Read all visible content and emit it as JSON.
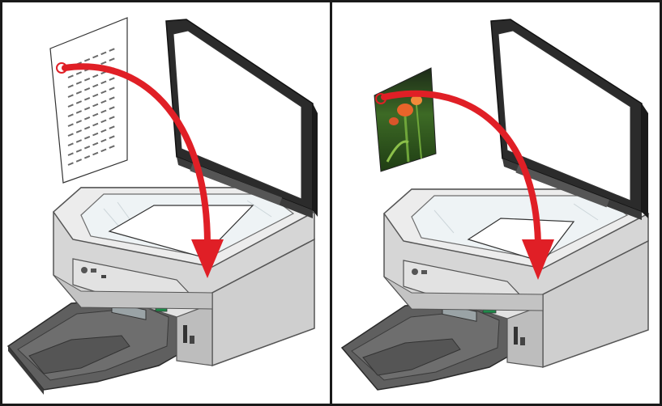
{
  "panels": [
    {
      "id": "left",
      "original_type": "document",
      "description_icon": "text-document-icon"
    },
    {
      "id": "right",
      "original_type": "photo",
      "description_icon": "photo-icon"
    }
  ],
  "colors": {
    "border": "#1a1a1a",
    "arrow": "#e01f26",
    "printer_light": "#f0f0f0",
    "printer_mid": "#d4d4d4",
    "printer_dark": "#8a8a8a",
    "tray": "#6b6b6b",
    "lid_frame": "#2a2a2a",
    "lid_glass": "#ffffff",
    "scan_glass": "#e9eef0",
    "go_button": "#1f8a4a",
    "stop_button": "#e01f26"
  }
}
